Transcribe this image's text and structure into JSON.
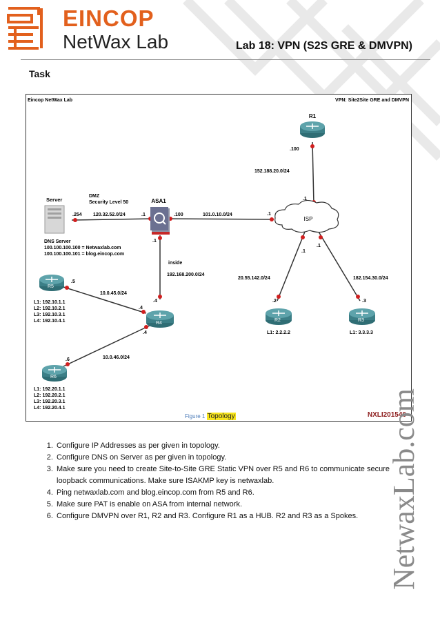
{
  "header": {
    "brand_name": "EINCOP",
    "brand_sub": "NetWax Lab",
    "lab_title": "Lab 18: VPN (S2S GRE & DMVPN)"
  },
  "task_heading": "Task",
  "figure": {
    "top_left_label": "Eincop NetWax Lab",
    "top_right_label": "VPN: Site2Site GRE and DMVPN",
    "stamp": "NXLI201546",
    "caption_prefix": "Figure 1",
    "caption_title": "Topology",
    "devices": {
      "r1": "R1",
      "isp": "ISP",
      "asa": "ASA1",
      "server": "Server",
      "r2": "R2",
      "r3": "R3",
      "r4": "R4",
      "r5": "R5",
      "r6": "R6"
    },
    "dmz": {
      "line1": "DMZ",
      "line2": "Security Level 50"
    },
    "dns": {
      "title": "DNS Server",
      "line1": "100.100.100.100 = Netwaxlab.com",
      "line2": "100.100.100.101 = blog.eincop.com"
    },
    "inside_label": "inside",
    "networks": {
      "r1_isp": "152.188.20.0/24",
      "asa_isp": "101.0.10.0/24",
      "server_asa": "120.32.52.0/24",
      "asa_r4": "192.168.200.0/24",
      "isp_r2": "20.55.142.0/24",
      "isp_r3": "182.154.30.0/24",
      "r5_r4": "10.0.45.0/24",
      "r4_r6": "10.0.46.0/24"
    },
    "ifaces": {
      "r1_down": ".100",
      "isp_top": ".1",
      "isp_left": ".1",
      "isp_r2": ".1",
      "isp_r3": ".1",
      "asa_right": ".100",
      "asa_left": ".1",
      "asa_bottom": ".1",
      "server": ".254",
      "r2": ".2",
      "r3": ".3",
      "r5": ".5",
      "r4_top": ".4",
      "r4_left": ".4",
      "r4_bottom": ".4",
      "r6": ".6"
    },
    "r2_loopback": "L1: 2.2.2.2",
    "r3_loopback": "L1: 3.3.3.3",
    "r5_loopbacks": [
      "L1: 192.10.1.1",
      "L2: 192.10.2.1",
      "L3: 192.10.3.1",
      "L4: 192.10.4.1"
    ],
    "r6_loopbacks": [
      "L1: 192.20.1.1",
      "L2: 192.20.2.1",
      "L3: 192.20.3.1",
      "L4: 192.20.4.1"
    ]
  },
  "tasks": [
    "Configure IP Addresses as per given in topology.",
    "Configure DNS on Server as per given in topology.",
    "Make sure you need to create Site-to-Site GRE Static VPN over R5 and R6 to communicate secure loopback communications. Make sure ISAKMP key is netwaxlab.",
    "Ping netwaxlab.com and blog.eincop.com from R5 and R6.",
    "Make sure PAT is enable on ASA from internal network.",
    "Configure DMVPN over R1, R2 and R3. Configure R1 as a HUB. R2 and R3 as a Spokes."
  ],
  "watermark": "NetwaxLab.com",
  "colors": {
    "brand_orange": "#e2601d",
    "link_red": "#d11f1f",
    "router_teal": "#3c7f87",
    "caption_blue": "#4a7ab8"
  }
}
